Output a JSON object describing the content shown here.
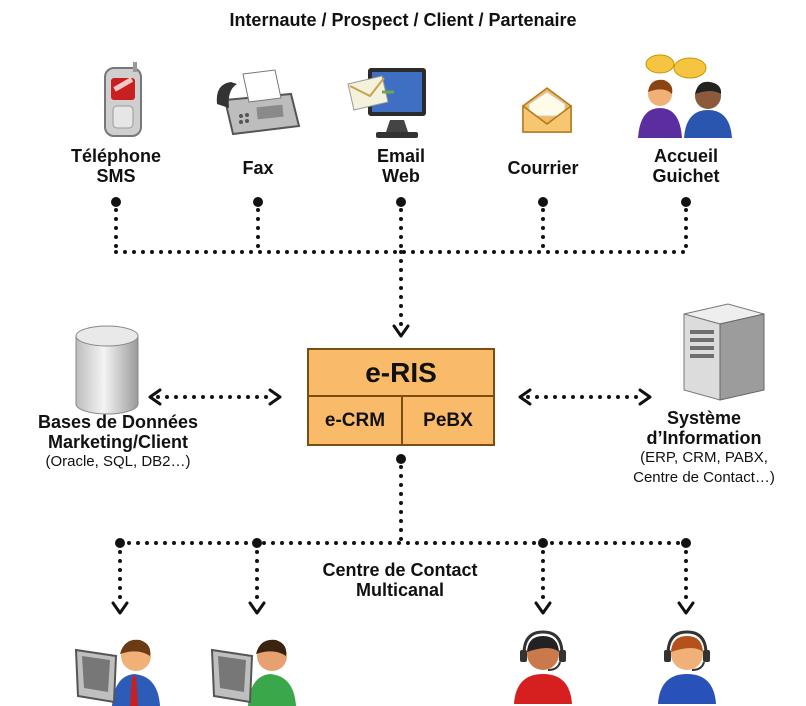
{
  "header": {
    "title": "Internaute / Prospect / Client / Partenaire"
  },
  "channels": [
    {
      "icon": "mobile-phone-icon",
      "lines": [
        "Téléphone",
        "SMS"
      ]
    },
    {
      "icon": "fax-machine-icon",
      "lines": [
        "Fax"
      ]
    },
    {
      "icon": "email-monitor-icon",
      "lines": [
        "Email",
        "Web"
      ]
    },
    {
      "icon": "envelope-icon",
      "lines": [
        "Courrier"
      ]
    },
    {
      "icon": "people-chat-icon",
      "lines": [
        "Accueil",
        "Guichet"
      ]
    }
  ],
  "center": {
    "title": "e-RIS",
    "left": "e-CRM",
    "right": "PeBX"
  },
  "database": {
    "icon": "database-cylinder-icon",
    "lines": [
      "Bases de Données",
      "Marketing/Client"
    ],
    "detail": "(Oracle, SQL, DB2…)"
  },
  "system": {
    "icon": "server-tower-icon",
    "lines": [
      "Système",
      "d’Information"
    ],
    "details": [
      "(ERP, CRM, PABX,",
      "Centre de Contact…)"
    ]
  },
  "contact_center": {
    "lines": [
      "Centre de Contact",
      "Multicanal"
    ]
  },
  "agents": [
    {
      "icon": "agent-computer-icon"
    },
    {
      "icon": "agent-computer-icon"
    },
    {
      "icon": "agent-headset-icon"
    },
    {
      "icon": "agent-headset-icon"
    }
  ],
  "colors": {
    "box_fill": "#F9BB6A",
    "box_border": "#7A4E12",
    "connector": "#111111"
  }
}
